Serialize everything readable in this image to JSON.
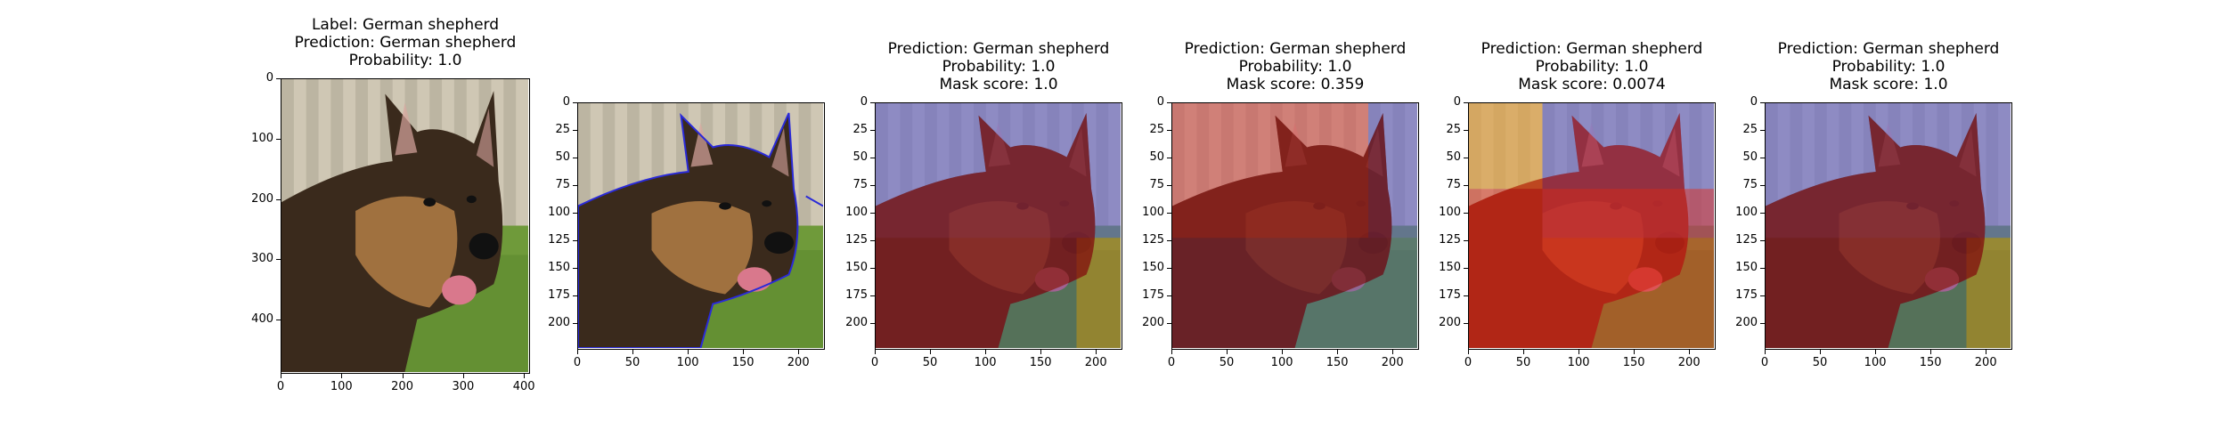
{
  "panels": [
    {
      "title_lines": [
        "Label: German shepherd",
        "Prediction: German shepherd",
        "Probability: 1.0"
      ],
      "xticks": [
        "0",
        "100",
        "200",
        "300",
        "400"
      ],
      "yticks": [
        "0",
        "100",
        "200",
        "300",
        "400"
      ],
      "overlay": "none"
    },
    {
      "title_lines": [],
      "xticks": [
        "0",
        "50",
        "100",
        "150",
        "200"
      ],
      "yticks": [
        "0",
        "25",
        "50",
        "75",
        "100",
        "125",
        "150",
        "175",
        "200"
      ],
      "overlay": "contour"
    },
    {
      "title_lines": [
        "Prediction: German shepherd",
        "Probability: 1.0",
        "Mask score: 1.0"
      ],
      "xticks": [
        "0",
        "50",
        "100",
        "150",
        "200"
      ],
      "yticks": [
        "0",
        "25",
        "50",
        "75",
        "100",
        "125",
        "150",
        "175",
        "200"
      ],
      "overlay": "mask-a"
    },
    {
      "title_lines": [
        "Prediction: German shepherd",
        "Probability: 1.0",
        "Mask score: 0.359"
      ],
      "xticks": [
        "0",
        "50",
        "100",
        "150",
        "200"
      ],
      "yticks": [
        "0",
        "25",
        "50",
        "75",
        "100",
        "125",
        "150",
        "175",
        "200"
      ],
      "overlay": "mask-b"
    },
    {
      "title_lines": [
        "Prediction: German shepherd",
        "Probability: 1.0",
        "Mask score: 0.0074"
      ],
      "xticks": [
        "0",
        "50",
        "100",
        "150",
        "200"
      ],
      "yticks": [
        "0",
        "25",
        "50",
        "75",
        "100",
        "125",
        "150",
        "175",
        "200"
      ],
      "overlay": "mask-c"
    },
    {
      "title_lines": [
        "Prediction: German shepherd",
        "Probability: 1.0",
        "Mask score: 1.0"
      ],
      "xticks": [
        "0",
        "50",
        "100",
        "150",
        "200"
      ],
      "yticks": [
        "0",
        "25",
        "50",
        "75",
        "100",
        "125",
        "150",
        "175",
        "200"
      ],
      "overlay": "mask-d"
    }
  ]
}
